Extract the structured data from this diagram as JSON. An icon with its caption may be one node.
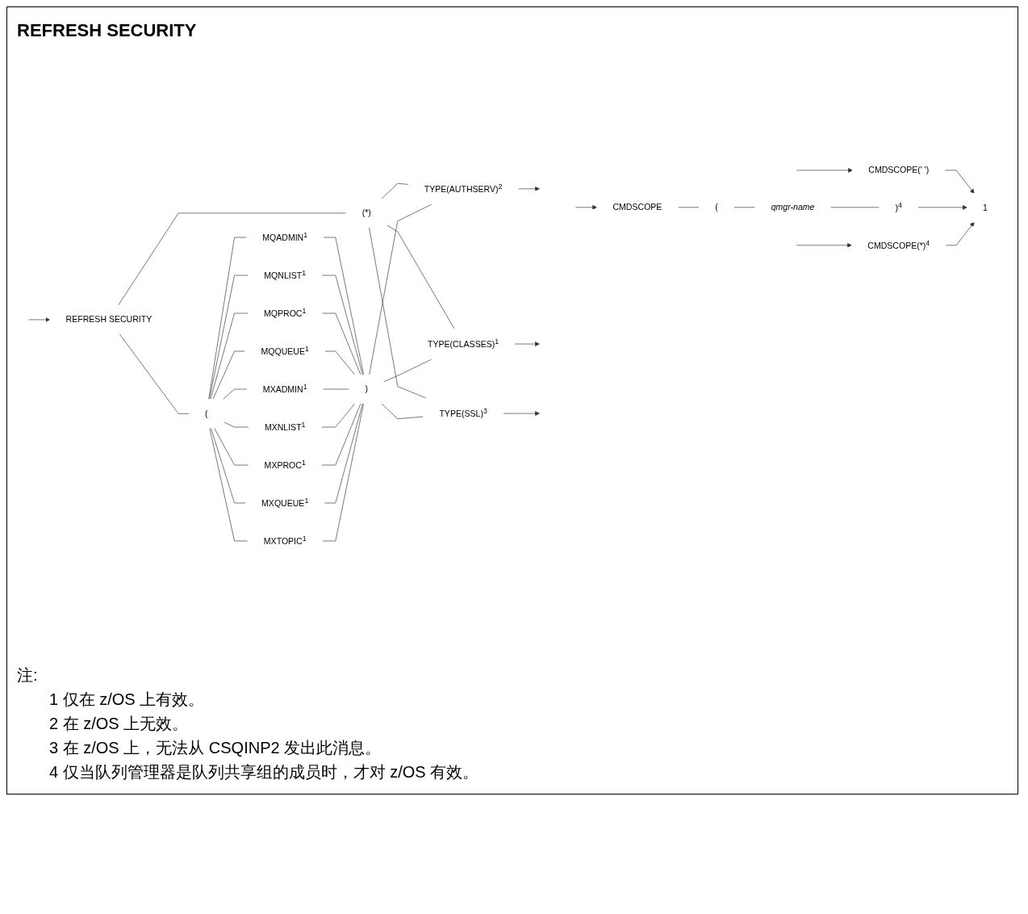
{
  "diagram": {
    "title": "REFRESH SECURITY",
    "nodes": [
      {
        "text": [
          "REFRESH SECURITY"
        ]
      },
      {
        "text": [
          "(*)"
        ]
      },
      {
        "text": [
          "("
        ]
      },
      {
        "text": [
          "MQADMIN",
          "1"
        ]
      },
      {
        "text": [
          "MQNLIST",
          "1"
        ]
      },
      {
        "text": [
          "MQPROC",
          "1"
        ]
      },
      {
        "text": [
          "MQQUEUE",
          "1"
        ]
      },
      {
        "text": [
          "MXADMIN",
          "1"
        ]
      },
      {
        "text": [
          "MXNLIST",
          "1"
        ]
      },
      {
        "text": [
          "MXPROC",
          "1"
        ]
      },
      {
        "text": [
          "MXQUEUE",
          "1"
        ]
      },
      {
        "text": [
          "MXTOPIC",
          "1"
        ]
      },
      {
        "text": [
          ")"
        ]
      },
      {
        "text": [
          "TYPE(AUTHSERV)",
          "2"
        ]
      },
      {
        "text": [
          "TYPE(CLASSES)",
          "1"
        ]
      },
      {
        "text": [
          "TYPE(SSL)",
          "3"
        ]
      },
      {
        "text": [
          "CMDSCOPE(' ')"
        ]
      },
      {
        "text": [
          "CMDSCOPE"
        ]
      },
      {
        "text": [
          "("
        ]
      },
      {
        "text": [
          "qmgr-name"
        ]
      },
      {
        "text": [
          ")",
          "4"
        ]
      },
      {
        "text": [
          "CMDSCOPE(*)",
          "4"
        ]
      },
      {
        "text": [
          "1"
        ]
      }
    ],
    "edges": [
      {
        "from": null,
        "to": 0,
        "arrow": "to"
      },
      {
        "from": 0,
        "to": 1,
        "arrow": "none"
      },
      {
        "from": 0,
        "to": 2,
        "arrow": "none"
      },
      {
        "from": 2,
        "to": 3,
        "arrow": "none"
      },
      {
        "from": 2,
        "to": 4,
        "arrow": "none"
      },
      {
        "from": 2,
        "to": 5,
        "arrow": "none"
      },
      {
        "from": 2,
        "to": 6,
        "arrow": "none"
      },
      {
        "from": 2,
        "to": 7,
        "arrow": "none"
      },
      {
        "from": 2,
        "to": 8,
        "arrow": "none"
      },
      {
        "from": 2,
        "to": 9,
        "arrow": "none"
      },
      {
        "from": 2,
        "to": 10,
        "arrow": "none"
      },
      {
        "from": 2,
        "to": 11,
        "arrow": "none"
      },
      {
        "from": 3,
        "to": 12,
        "arrow": "none"
      },
      {
        "from": 4,
        "to": 12,
        "arrow": "none"
      },
      {
        "from": 5,
        "to": 12,
        "arrow": "none"
      },
      {
        "from": 6,
        "to": 12,
        "arrow": "none"
      },
      {
        "from": 7,
        "to": 12,
        "arrow": "none"
      },
      {
        "from": 8,
        "to": 12,
        "arrow": "none"
      },
      {
        "from": 9,
        "to": 12,
        "arrow": "none"
      },
      {
        "from": 10,
        "to": 12,
        "arrow": "none"
      },
      {
        "from": 11,
        "to": 12,
        "arrow": "none"
      },
      {
        "from": 1,
        "to": 13,
        "arrow": "none"
      },
      {
        "from": 1,
        "to": 14,
        "arrow": "none"
      },
      {
        "from": 1,
        "to": 15,
        "arrow": "none"
      },
      {
        "from": 12,
        "to": 13,
        "arrow": "none"
      },
      {
        "from": 12,
        "to": 14,
        "arrow": "none"
      },
      {
        "from": 12,
        "to": 15,
        "arrow": "none"
      },
      {
        "from": 13,
        "to": null,
        "arrow": "to"
      },
      {
        "from": 14,
        "to": null,
        "arrow": "to"
      },
      {
        "from": 15,
        "to": null,
        "arrow": "to"
      },
      {
        "from": null,
        "to": 16,
        "arrow": "to"
      },
      {
        "from": null,
        "to": 17,
        "arrow": "to"
      },
      {
        "from": null,
        "to": 21,
        "arrow": "to"
      },
      {
        "from": 17,
        "to": 18,
        "arrow": "none"
      },
      {
        "from": 18,
        "to": 19,
        "arrow": "none"
      },
      {
        "from": 19,
        "to": 20,
        "arrow": "none"
      },
      {
        "from": 16,
        "to": 22,
        "arrow": "to"
      },
      {
        "from": 20,
        "to": 22,
        "arrow": "to"
      },
      {
        "from": 21,
        "to": 22,
        "arrow": "to"
      }
    ],
    "labels": [
      "注:",
      "1 仅在 z/OS 上有效。",
      "2 在 z/OS 上无效。",
      "3 在 z/OS 上，无法从 CSQINP2 发出此消息。",
      "4 仅当队列管理器是队列共享组的成员时，才对 z/OS 有效。"
    ]
  }
}
